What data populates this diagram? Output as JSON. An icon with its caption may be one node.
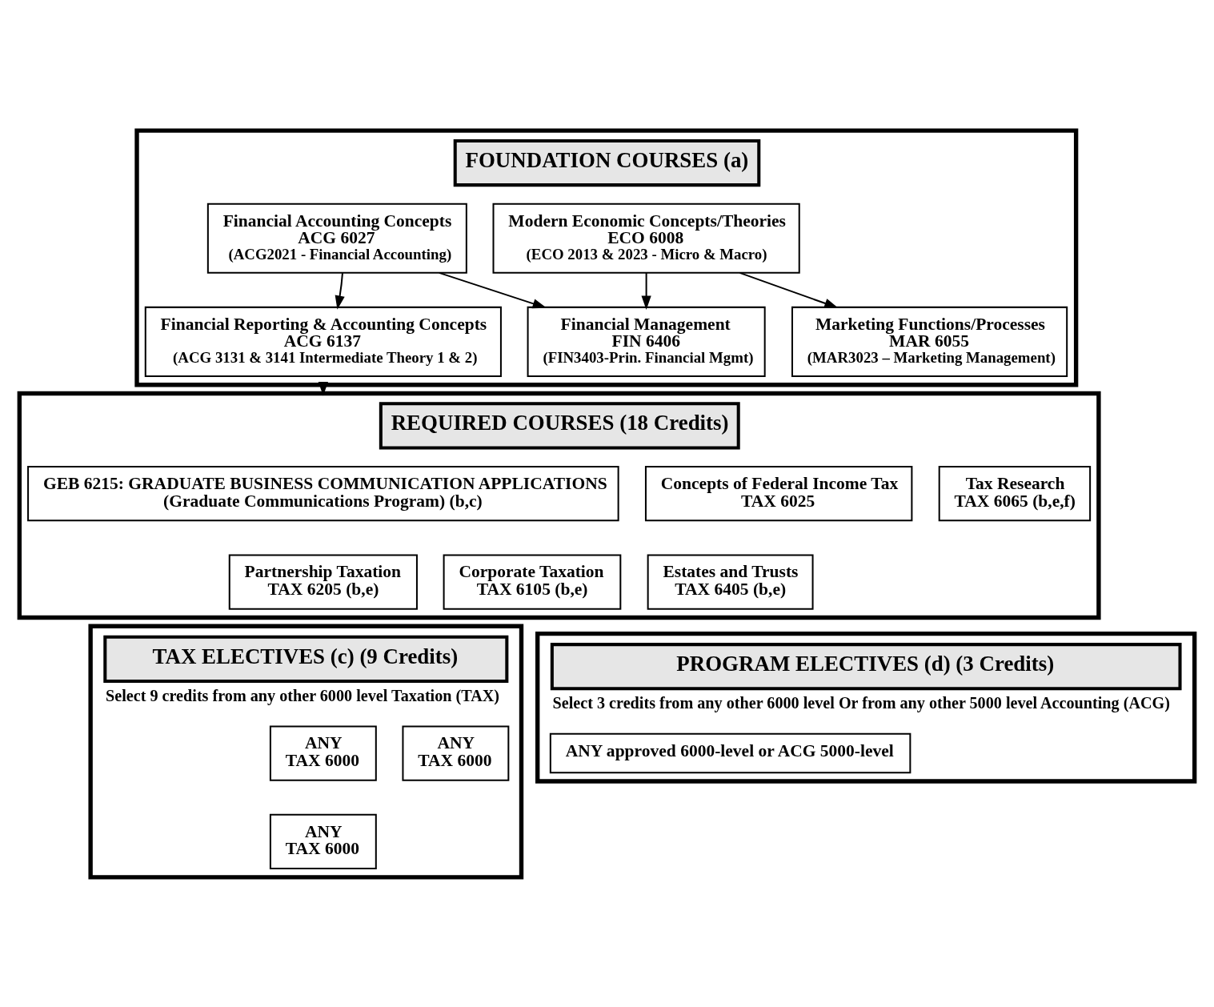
{
  "diagram": {
    "nodes": [
      {
        "text": [
          "FOUNDATION COURSES (a)"
        ]
      },
      {
        "text": [
          "Financial Accounting Concepts",
          "ACG 6027",
          "(ACG2021 - Financial Accounting)"
        ],
        "in": 0
      },
      {
        "text": [
          "Modern Economic Concepts/Theories",
          "ECO 6008",
          "(ECO 2013 & 2023 - Micro & Macro)"
        ],
        "in": 0
      },
      {
        "text": [
          "Marketing Functions/Processes",
          "MAR 6055",
          "(MAR3023 – Marketing Management)"
        ],
        "in": 0
      },
      {
        "text": [
          "Financial Reporting & Accounting Concepts",
          "ACG 6137",
          "(ACG 3131 & 3141 Intermediate Theory 1 & 2)"
        ],
        "in": 0
      },
      {
        "text": [
          "Financial Management",
          "FIN 6406",
          "(FIN3403-Prin. Financial Mgmt)"
        ],
        "in": 0
      },
      {
        "text": [
          "REQUIRED COURSES (18 Credits)"
        ]
      },
      {
        "text": [
          "GEB 6215: GRADUATE BUSINESS COMMUNICATION APPLICATIONS",
          "(Graduate Communications Program) (b,c)"
        ],
        "in": 6
      },
      {
        "text": [
          "Concepts of Federal Income Tax",
          "TAX 6025"
        ],
        "in": 6
      },
      {
        "text": [
          "Tax Research",
          "TAX 6065 (b,e,f)"
        ],
        "in": 6
      },
      {
        "text": [
          "Partnership Taxation",
          "TAX 6205 (b,e)"
        ],
        "in": 6
      },
      {
        "text": [
          "Corporate Taxation",
          "TAX 6105 (b,e)"
        ],
        "in": 6
      },
      {
        "text": [
          "Estates and Trusts",
          "TAX 6405 (b,e)"
        ],
        "in": 6
      },
      {
        "text": [
          "TAX ELECTIVES (c) (9 Credits)",
          "Select 9 credits from any other 6000 level Taxation (TAX)"
        ]
      },
      {
        "text": [
          "ANY",
          "TAX 6000"
        ],
        "in": 13
      },
      {
        "text": [
          "ANY",
          "TAX 6000"
        ],
        "in": 13
      },
      {
        "text": [
          "ANY",
          "TAX 6000"
        ],
        "in": 13
      },
      {
        "text": [
          "PROGRAM ELECTIVES (d) (3 Credits)",
          "Select 3 credits from any other 6000 level Or from any other 5000 level Accounting (ACG)"
        ]
      },
      {
        "text": [
          "ANY approved 6000-level or ACG 5000-level"
        ],
        "in": 17
      }
    ],
    "edges": [
      {
        "from": 1,
        "to": 4,
        "arrow": "to"
      },
      {
        "from": 1,
        "to": 5,
        "arrow": "to"
      },
      {
        "from": 2,
        "to": 5,
        "arrow": "to"
      },
      {
        "from": 2,
        "to": 3,
        "arrow": "to"
      },
      {
        "from": 0,
        "to": 6,
        "arrow": "to"
      }
    ]
  }
}
